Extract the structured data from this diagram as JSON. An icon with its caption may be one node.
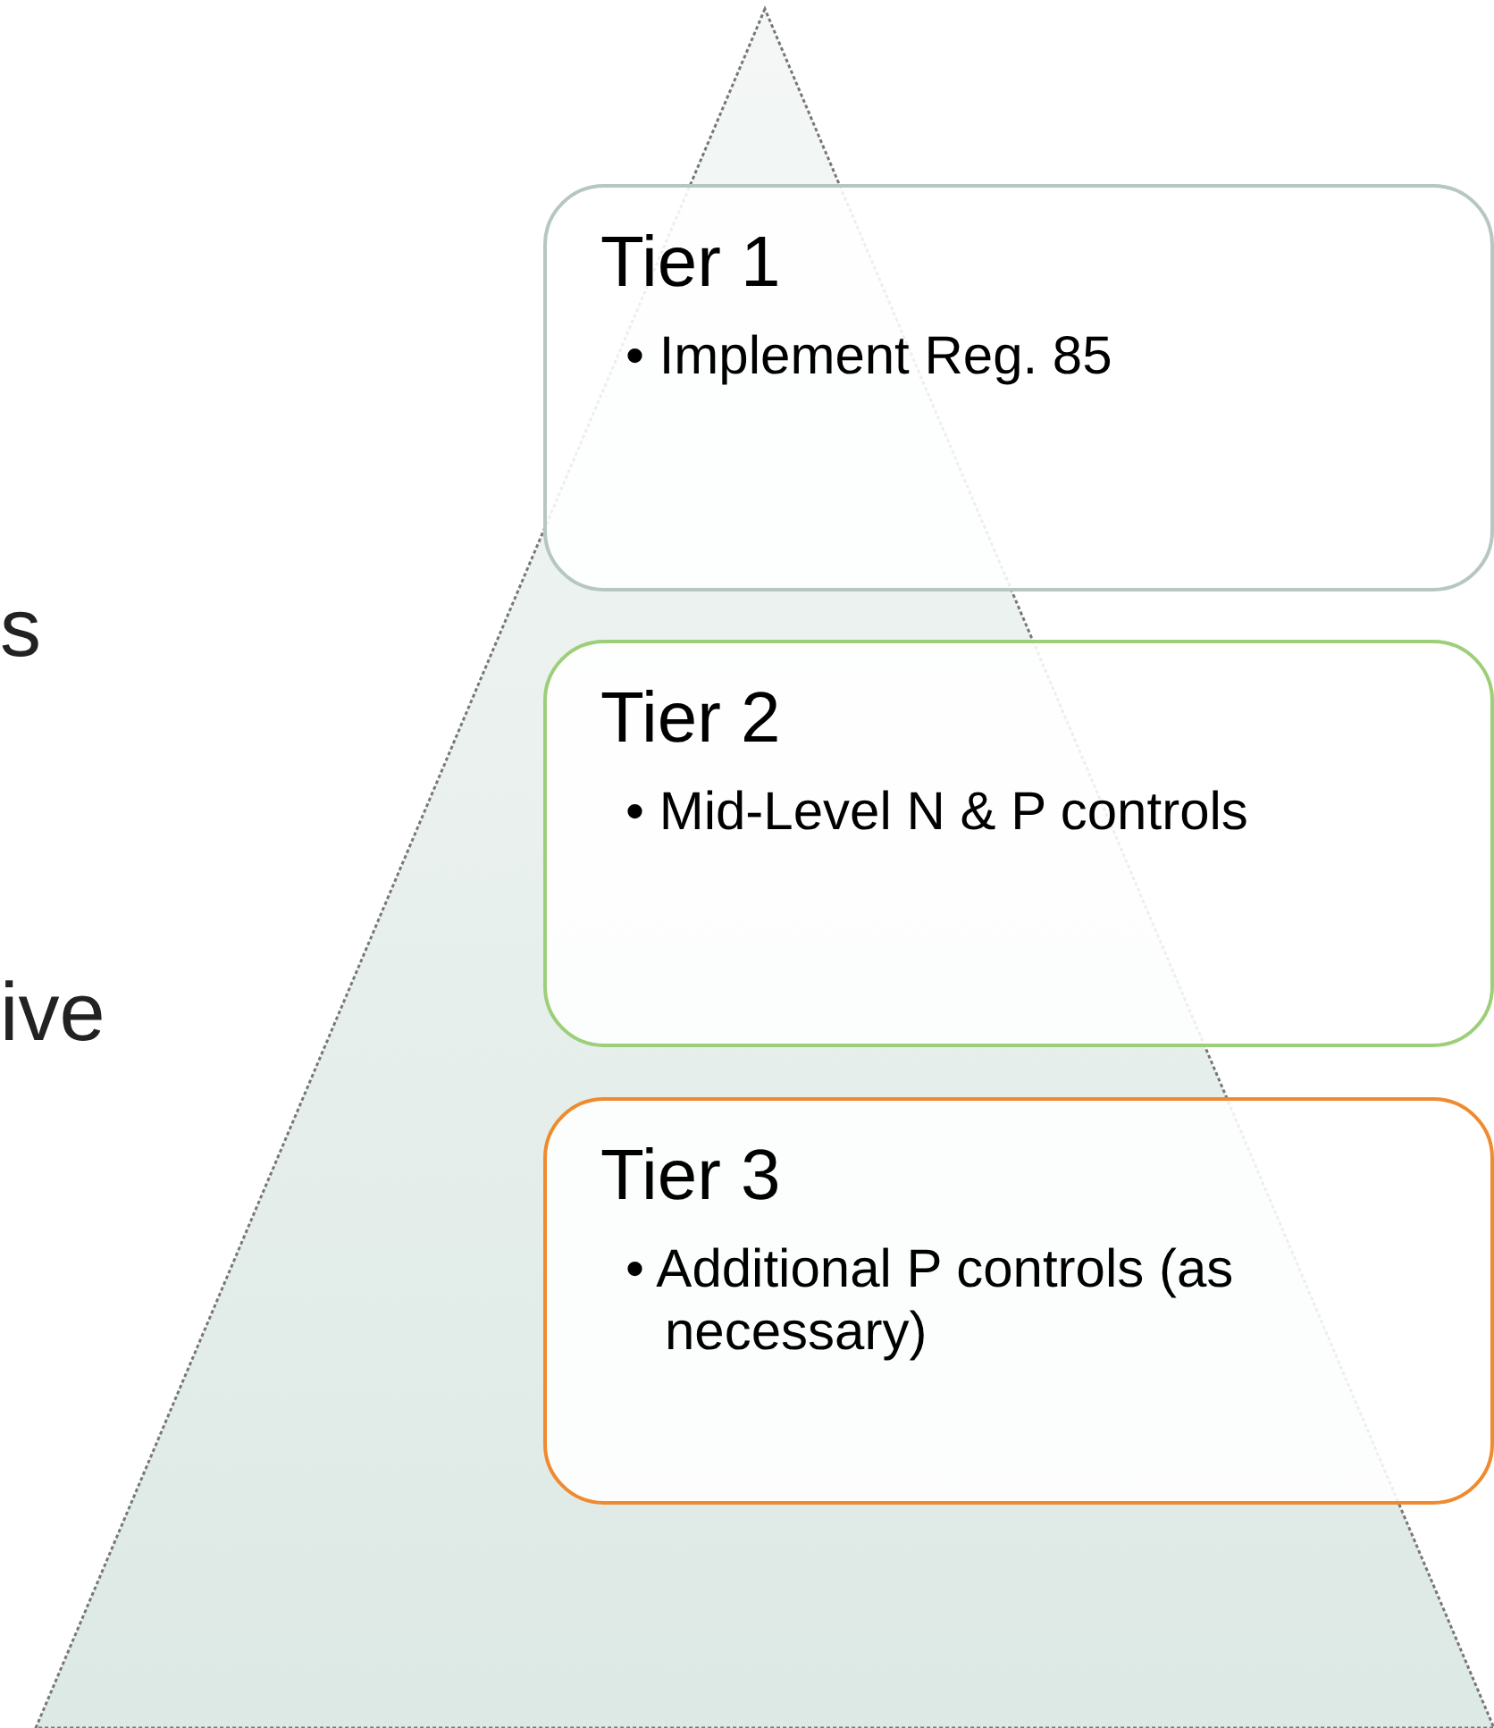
{
  "diagram": {
    "nodes": [
      {
        "text": [
          "Tier 1",
          "• Implement Reg. 85"
        ]
      },
      {
        "text": [
          "Tier 2",
          "• Mid-Level N & P controls"
        ]
      },
      {
        "text": [
          "Tier 3",
          "• Additional P controls (as necessary)"
        ]
      }
    ],
    "labels": [
      "s",
      "ive"
    ]
  }
}
